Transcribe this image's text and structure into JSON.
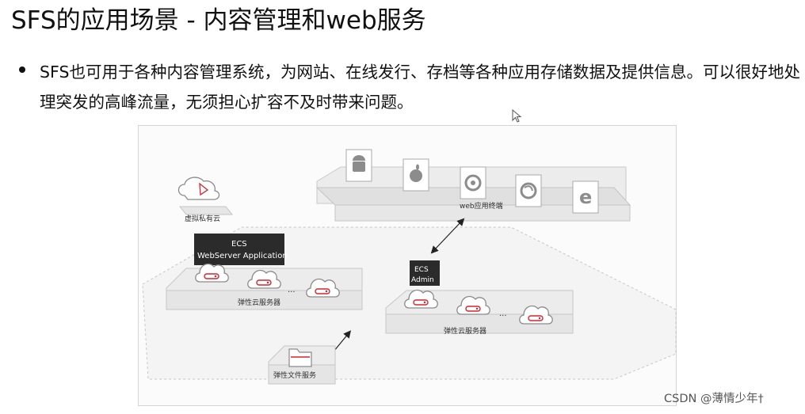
{
  "page": {
    "title": "SFS的应用场景 - 内容管理和web服务",
    "bullet": "SFS也可用于各种内容管理系统，为网站、在线发行、存档等各种应用存储数据及提供信息。可以很好地处理突发的高峰流量，无须担心扩容不及时带来问题。",
    "watermark": "CSDN @薄情少年†"
  },
  "diagram": {
    "web_terminal_label": "web应用终端",
    "vpc_label": "虚拟私有云",
    "ecs_web_label_line1": "ECS",
    "ecs_web_label_line2": "WebServer Application",
    "ecs_admin_label_line1": "ECS",
    "ecs_admin_label_line2": "Admin",
    "ecs_group_left_label": "弹性云服务器",
    "ecs_group_right_label": "弹性云服务器",
    "ellipsis": "···",
    "sfs_label": "弹性文件服务",
    "terminal_icons": [
      "android-icon",
      "apple-icon",
      "chrome-icon",
      "firefox-icon",
      "ie-icon"
    ],
    "colors": {
      "accent": "#d9232d",
      "dark_label": "#2b2b2b"
    }
  }
}
